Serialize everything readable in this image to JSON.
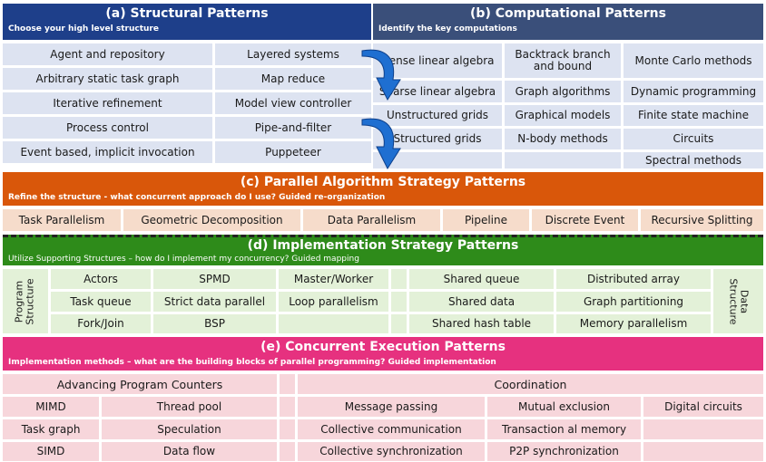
{
  "structural": {
    "title": "(a) Structural Patterns",
    "subtitle": "Choose your high level structure",
    "left": [
      "Agent and repository",
      "Arbitrary static task graph",
      "Iterative refinement",
      "Process control",
      "Event based, implicit invocation"
    ],
    "right": [
      "Layered systems",
      "Map reduce",
      "Model view controller",
      "Pipe-and-filter",
      "Puppeteer"
    ]
  },
  "computational": {
    "title": "(b) Computational Patterns",
    "subtitle": "Identify the key computations",
    "col1": [
      "Dense linear algebra",
      "Sparse linear algebra",
      "Unstructured grids",
      "Structured grids"
    ],
    "col2": [
      "Backtrack branch and bound",
      "Graph algorithms",
      "Graphical models",
      "N-body methods"
    ],
    "col3": [
      "Monte Carlo methods",
      "Dynamic programming",
      "Finite state machine",
      "Circuits",
      "Spectral methods"
    ]
  },
  "parallel": {
    "title": "(c) Parallel Algorithm Strategy Patterns",
    "subtitle": "Refine the structure  - what concurrent approach do I use? Guided re-organization",
    "items": [
      "Task Parallelism",
      "Geometric Decomposition",
      "Data Parallelism",
      "Pipeline",
      "Discrete Event",
      "Recursive Splitting"
    ]
  },
  "implementation": {
    "title": "(d) Implementation Strategy Patterns",
    "subtitle": "Utilize Supporting Structures – how do I implement my concurrency? Guided mapping",
    "program_label": "Program Structure",
    "data_label": "Data Structure",
    "prog1": [
      "Actors",
      "Task queue",
      "Fork/Join"
    ],
    "prog2": [
      "SPMD",
      "Strict data parallel",
      "BSP"
    ],
    "prog3": [
      "Master/Worker",
      "Loop parallelism",
      ""
    ],
    "data1": [
      "Shared queue",
      "Shared data",
      "Shared hash table"
    ],
    "data2": [
      "Distributed array",
      "Graph partitioning",
      "Memory parallelism"
    ]
  },
  "concurrent": {
    "title": "(e) Concurrent Execution Patterns",
    "subtitle": "Implementation methods – what are the building blocks of parallel programming? Guided implementation",
    "advancing_header": "Advancing Program Counters",
    "coordination_header": "Coordination",
    "adv1": [
      "MIMD",
      "Task graph",
      "SIMD"
    ],
    "adv2": [
      "Thread pool",
      "Speculation",
      "Data flow"
    ],
    "coord1": [
      "Message passing",
      "Collective communication",
      "Collective synchronization"
    ],
    "coord2": [
      "Mutual exclusion",
      "Transaction al memory",
      "P2P synchronization"
    ],
    "coord3": [
      "Digital circuits",
      "",
      ""
    ]
  },
  "colors": {
    "structural_header": "#1e3f8a",
    "computational_header": "#3a4f7a",
    "parallel_header": "#d9570a",
    "implementation_header": "#2e8b1a",
    "concurrent_header": "#e6317f",
    "arrow": "#1f6fd1"
  }
}
